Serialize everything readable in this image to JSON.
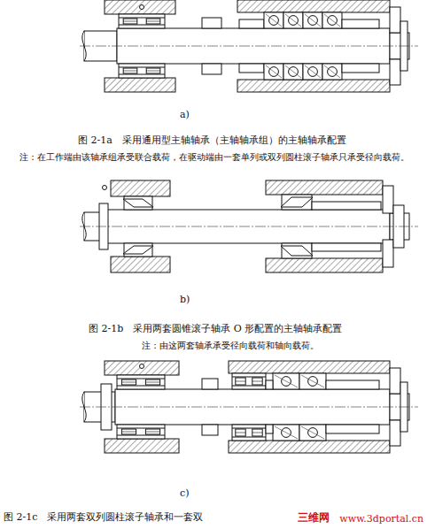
{
  "diagram": {
    "labels": [
      "a)",
      "图 2-1a　采用通用型主轴轴承（主轴轴承组）的主轴轴承配置",
      "注：在工作端由该轴承组承受联合载荷，在驱动端由一套单列或双列圆柱滚子轴承只承受径向载荷。",
      "b)",
      "图 2-1b　采用两套圆锥滚子轴承 O 形配置的主轴轴承配置",
      "注：由这两套轴承承受径向载荷和轴向载荷。",
      "c)",
      "图 2-1c　采用两套双列圆柱滚子轴承和一套双",
      "三维网",
      "www.3dportal.cn"
    ]
  }
}
